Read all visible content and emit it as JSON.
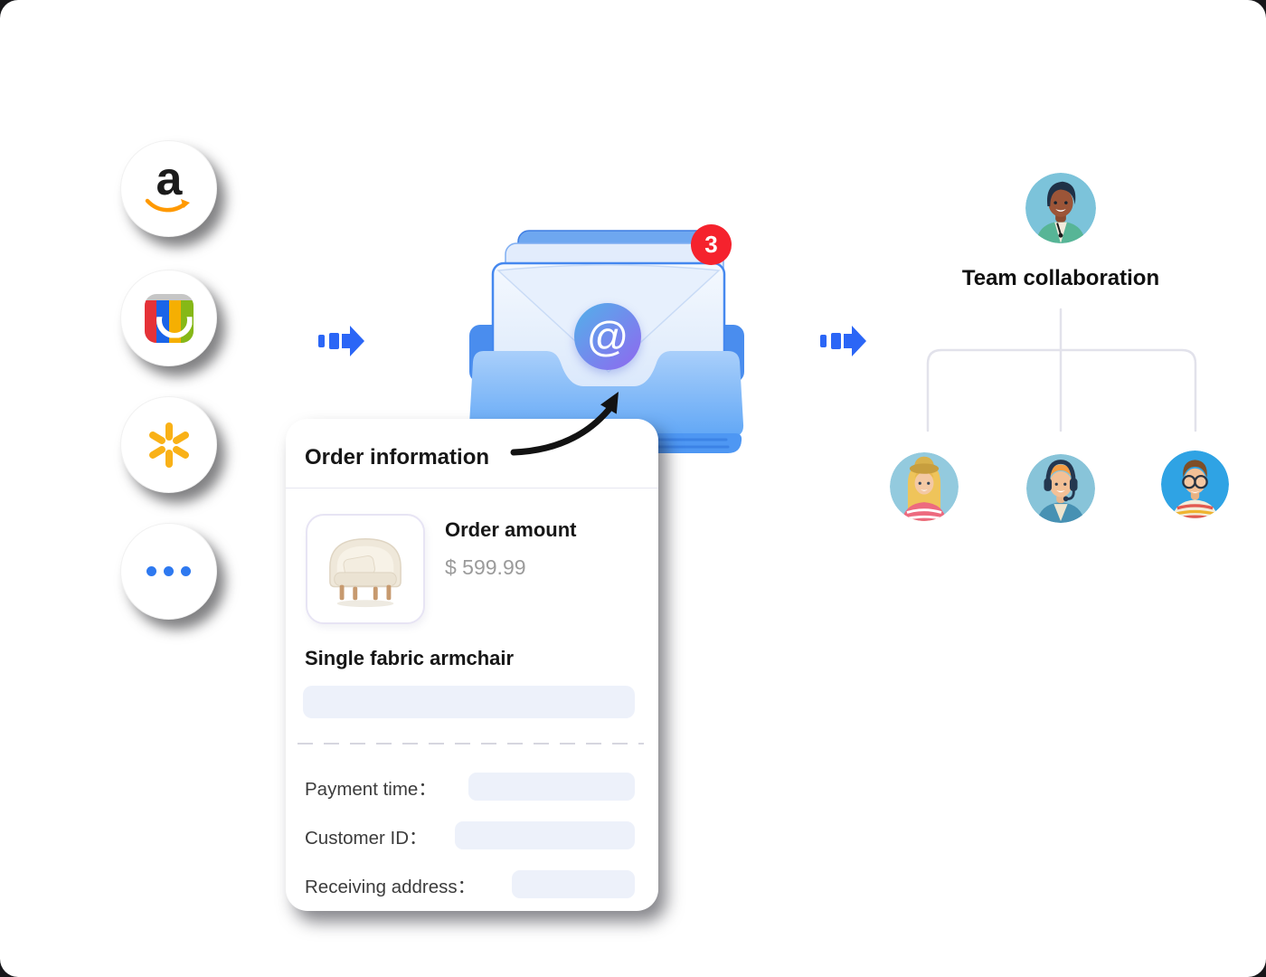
{
  "colors": {
    "arrow_blue": "#2b66f6",
    "badge_red": "#f5222d",
    "at_gradient_start": "#58aaea",
    "at_gradient_end": "#8a6eef",
    "amazon_smile_orange": "#ff9900",
    "walmart_spark_yellow": "#f9b117"
  },
  "marketplaces": {
    "amazon_letter": "a"
  },
  "inbox": {
    "badge_count": "3",
    "at_symbol": "@"
  },
  "order_card": {
    "title": "Order information",
    "amount_label": "Order amount",
    "amount_value": "$ 599.99",
    "product_name": "Single fabric armchair",
    "fields": [
      {
        "label": "Payment time："
      },
      {
        "label": "Customer ID："
      },
      {
        "label": "Receiving address："
      }
    ]
  },
  "team": {
    "title": "Team collaboration"
  }
}
